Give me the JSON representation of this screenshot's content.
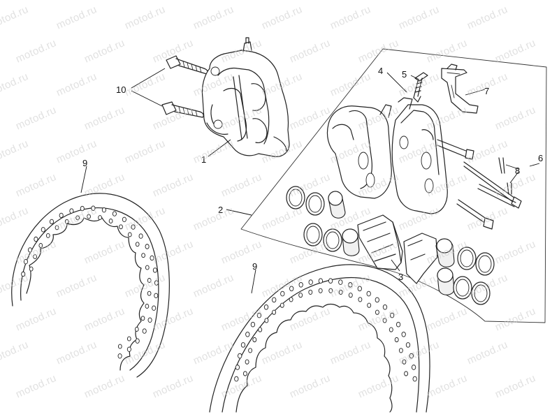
{
  "watermark": {
    "text": "motod.ru"
  },
  "callouts": {
    "c1": "1",
    "c2": "2",
    "c3": "3",
    "c4": "4",
    "c5": "5",
    "c6": "6",
    "c7": "7",
    "c8": "8",
    "c9a": "9",
    "c9b": "9",
    "c10": "10"
  }
}
